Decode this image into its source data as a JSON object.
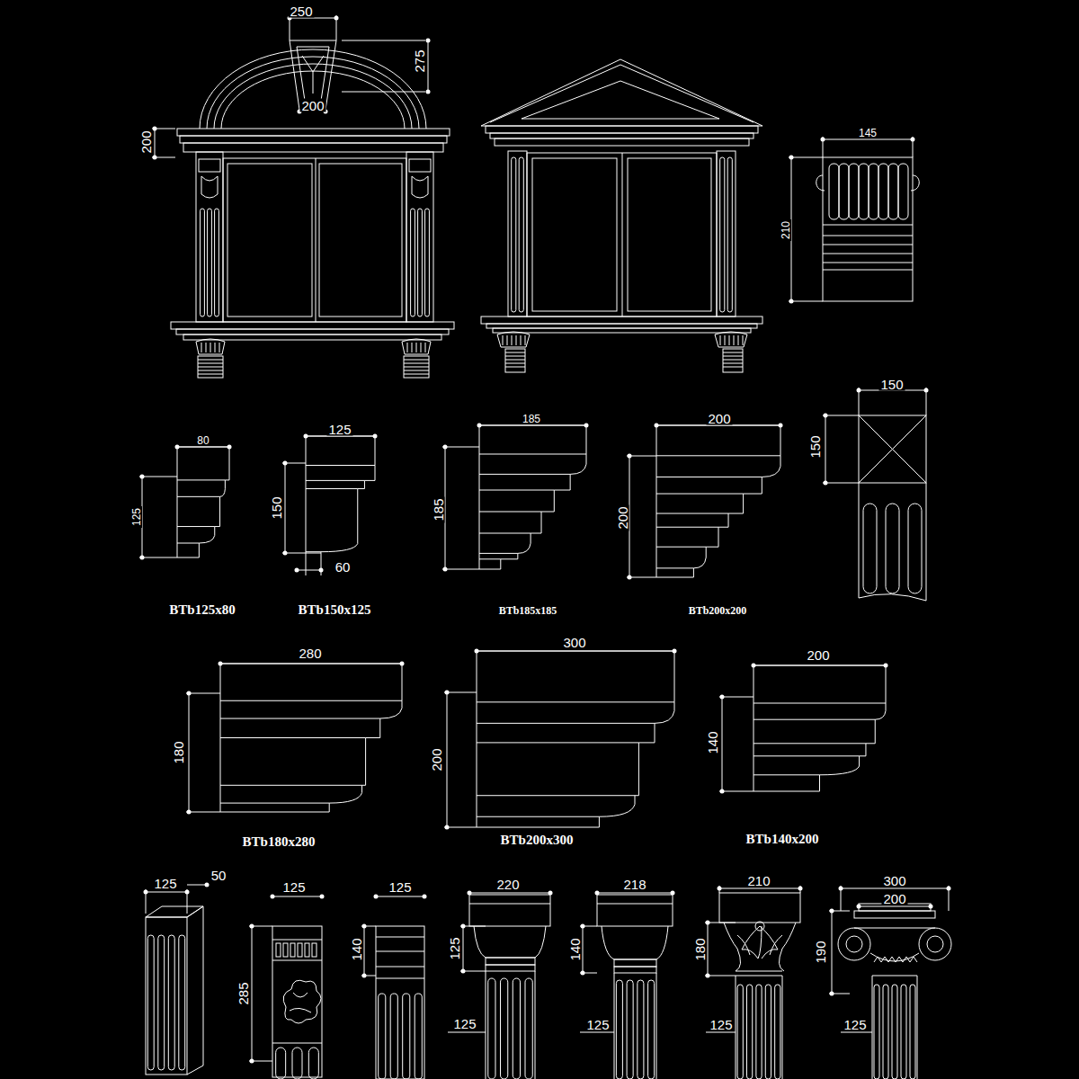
{
  "diagram": {
    "labels": [
      "250",
      "275",
      "200",
      "200",
      "145",
      "210",
      "80",
      "125",
      "BTb125x80",
      "125",
      "150",
      "60",
      "BTb150x125",
      "185",
      "185",
      "BTb185x185",
      "200",
      "200",
      "BTb200x200",
      "150",
      "150",
      "280",
      "180",
      "BTb180x280",
      "300",
      "200",
      "BTb200x300",
      "200",
      "140",
      "BTb140x200",
      "125",
      "50",
      "125",
      "285",
      "125",
      "140",
      "220",
      "125",
      "125",
      "218",
      "140",
      "125",
      "210",
      "180",
      "125",
      "300",
      "200",
      "190",
      "125"
    ]
  }
}
